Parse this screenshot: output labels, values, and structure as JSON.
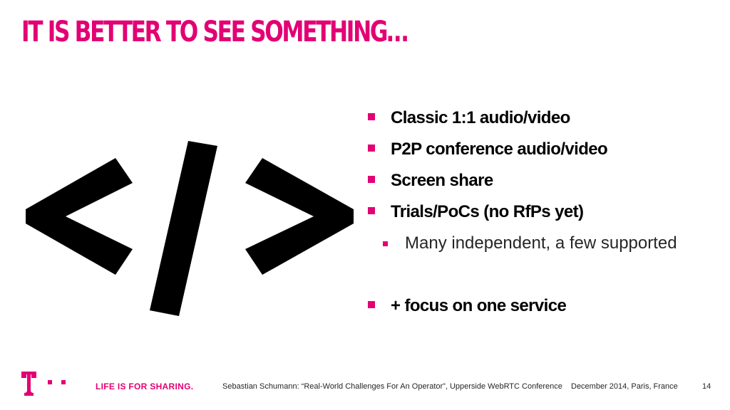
{
  "colors": {
    "accent": "#e20074",
    "text": "#000000"
  },
  "slide": {
    "title": "IT IS BETTER TO SEE SOMETHING…",
    "bullets": [
      "Classic 1:1 audio/video",
      "P2P conference audio/video",
      "Screen share",
      "Trials/PoCs (no RfPs yet)"
    ],
    "sub_bullet": "Many independent, a few supported",
    "extra_bullet": "+ focus on one service"
  },
  "icons": {
    "code_symbol": "code-brackets-icon",
    "logo": "t-logo-icon"
  },
  "footer": {
    "claim": "LIFE IS FOR SHARING.",
    "presenter": "Sebastian Schumann: “Real-World Challenges For An Operator”, Upperside WebRTC Conference",
    "date": "December 2014, Paris, France",
    "page": "14"
  }
}
